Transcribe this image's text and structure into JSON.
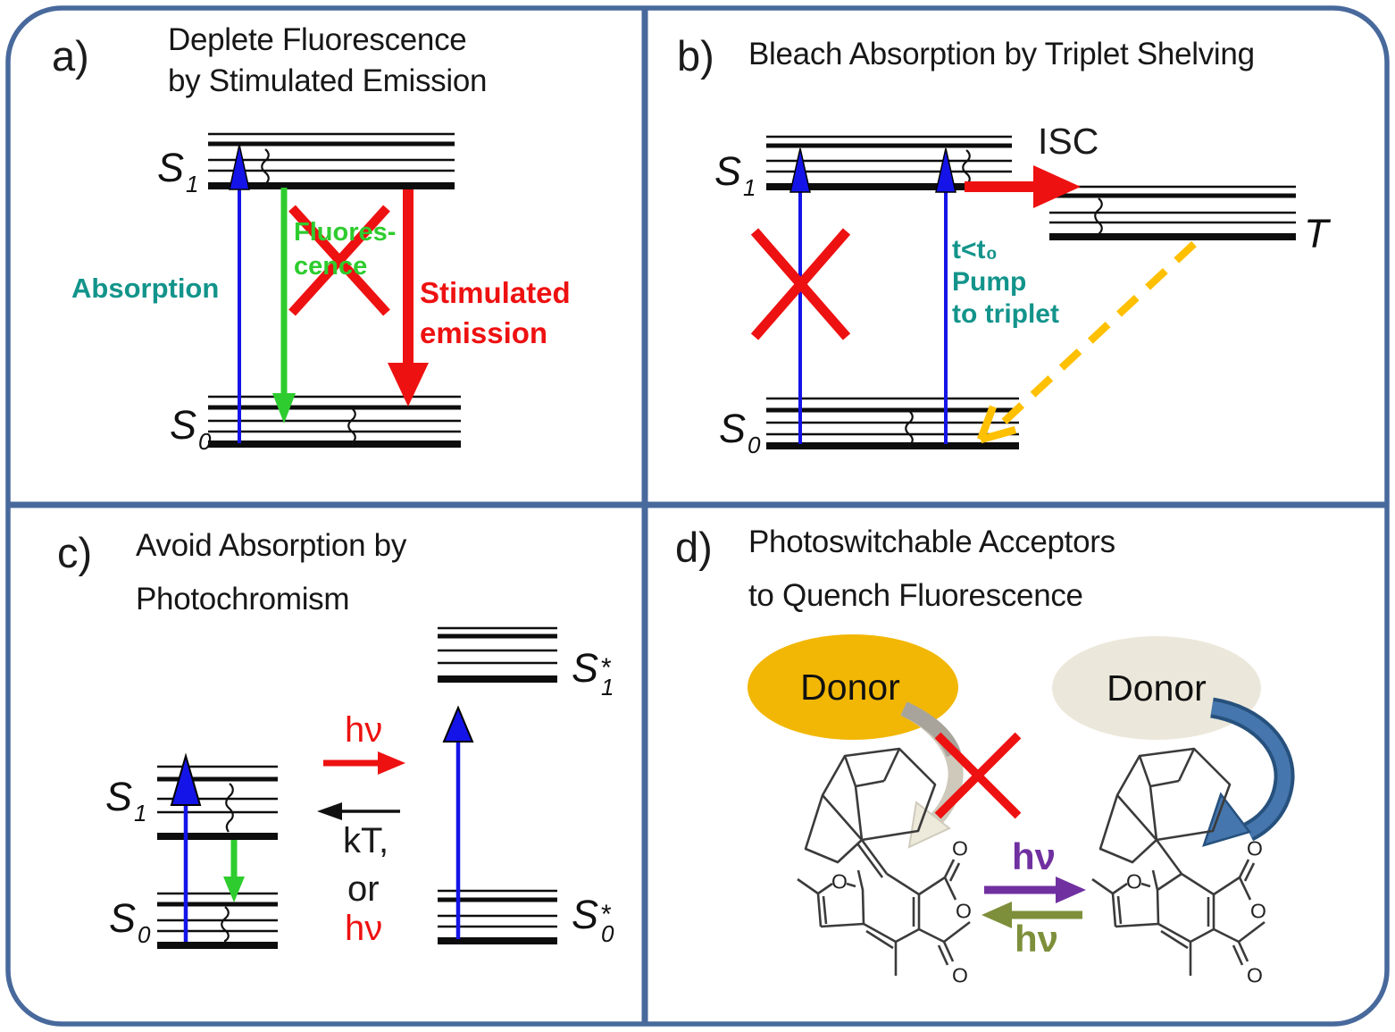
{
  "figure": {
    "type": "four-panel photophysics diagram",
    "colors": {
      "frame_blue": "#48699C",
      "absorption_blue": "#1414E8",
      "fluorescence_green": "#2ECC2E",
      "stimulated_red": "#EE1111",
      "label_teal": "#13948B",
      "triplet_yellow": "#FFC000",
      "hv_purple": "#7030A0",
      "hv_olive": "#7D8F3A",
      "donor_orange": "#F2B705",
      "donor_beige": "#EBE8DB",
      "curved_arrow_blue": "#4576AE"
    }
  },
  "panel_a": {
    "tag": "a)",
    "title_line1": "Deplete Fluorescence",
    "title_line2": "by Stimulated Emission",
    "s1": {
      "base": "S",
      "sub": "1"
    },
    "s0": {
      "base": "S",
      "sub": "0"
    },
    "absorption": "Absorption",
    "fluorescence_line1": "Fluores-",
    "fluorescence_line2": "cence",
    "stimulated_line1": "Stimulated",
    "stimulated_line2": "emission"
  },
  "panel_b": {
    "tag": "b)",
    "title": "Bleach Absorption by Triplet Shelving",
    "s1": {
      "base": "S",
      "sub": "1"
    },
    "s0": {
      "base": "S",
      "sub": "0"
    },
    "isc": "ISC",
    "t_label": "T",
    "pump_line1": "t<t₀",
    "pump_line2": "Pump",
    "pump_line3": "to triplet"
  },
  "panel_c": {
    "tag": "c)",
    "title_line1": "Avoid Absorption by",
    "title_line2": "Photochromism",
    "s1": {
      "base": "S",
      "sub": "1"
    },
    "s0": {
      "base": "S",
      "sub": "0"
    },
    "s1_star": {
      "base": "S",
      "sup": "*",
      "sub": "1"
    },
    "s0_star": {
      "base": "S",
      "sup": "*",
      "sub": "0"
    },
    "hv_forward": "hν",
    "kt": "kT,",
    "or": "or",
    "hv_reverse": "hν"
  },
  "panel_d": {
    "tag": "d)",
    "title_line1": "Photoswitchable Acceptors",
    "title_line2": "to Quench Fluorescence",
    "donor_left": "Donor",
    "donor_right": "Donor",
    "hv_forward": "hν",
    "hv_reverse": "hν",
    "oxygen": "O"
  }
}
